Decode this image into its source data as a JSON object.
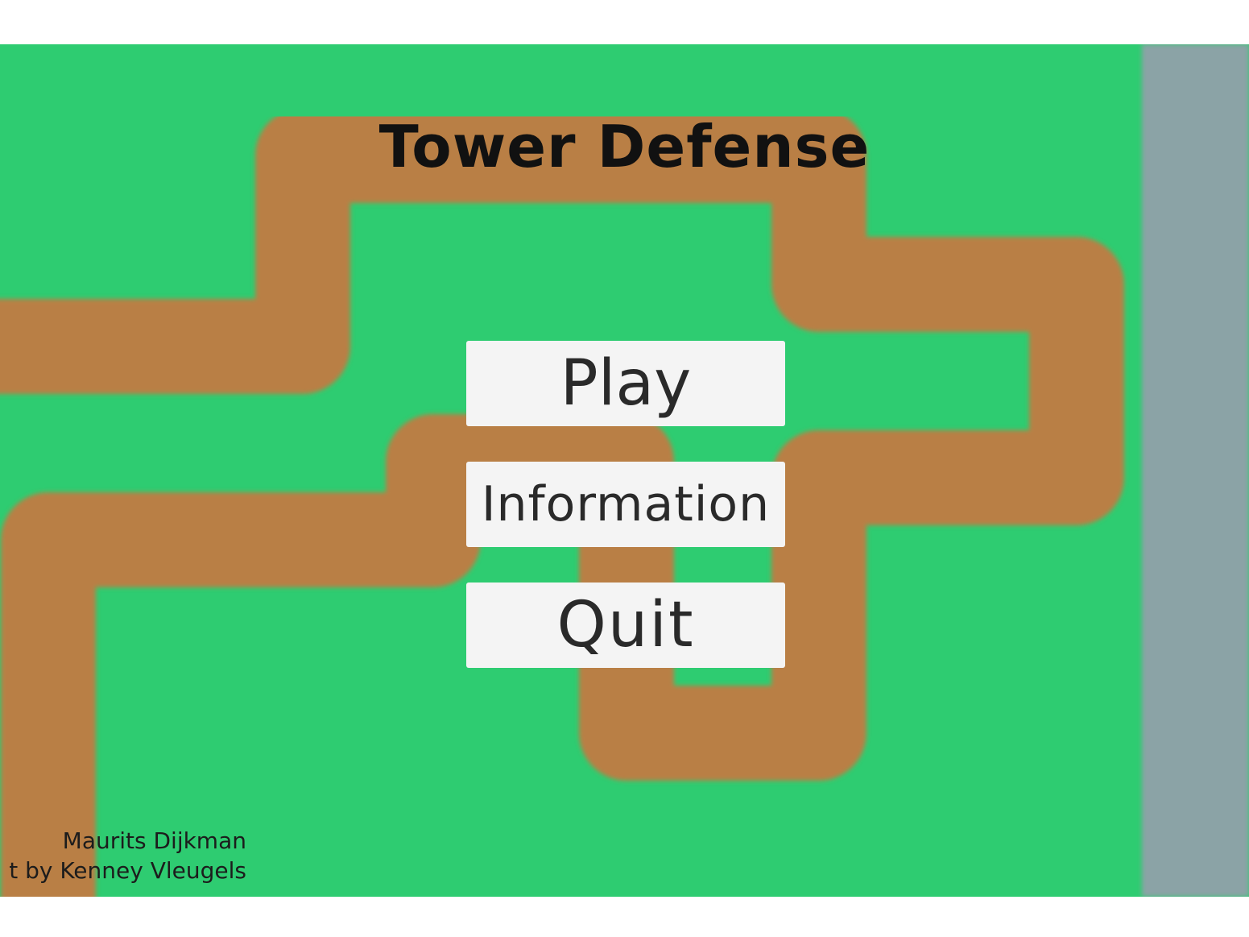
{
  "title": "Tower Defense",
  "menu": {
    "play_label": "Play",
    "info_label": "Information",
    "quit_label": "Quit"
  },
  "credits": {
    "line1": "Maurits Dijkman",
    "line2": "t by Kenney Vleugels"
  },
  "colors": {
    "grass": "#2ecc71",
    "path": "#b97f44",
    "border_strip": "#8ba3a6",
    "button_bg": "#f4f4f4",
    "title_text": "#111111"
  }
}
